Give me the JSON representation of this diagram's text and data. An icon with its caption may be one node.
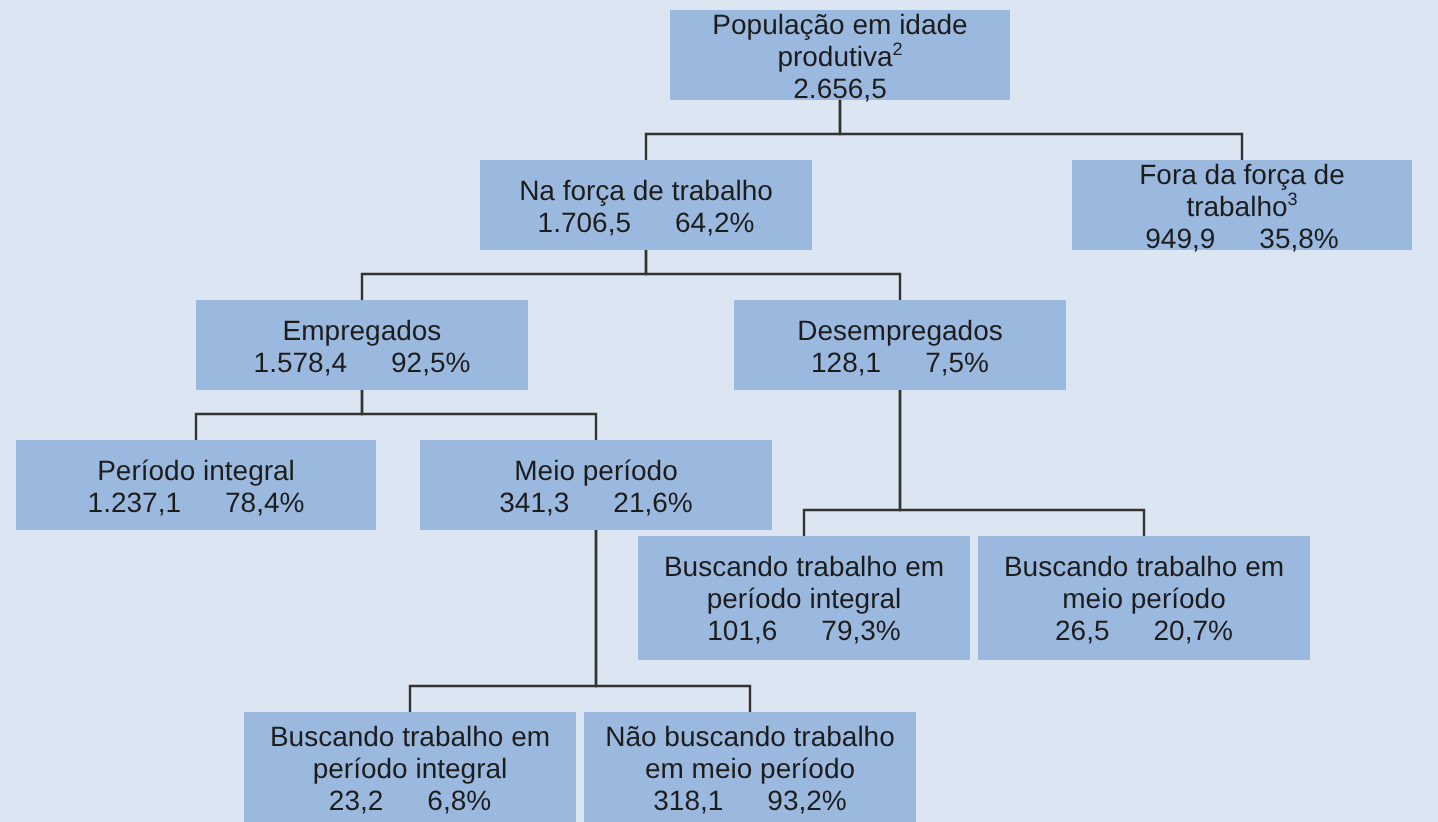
{
  "diagram": {
    "nodes": [
      {
        "text": [
          "População em idade produtiva$^{2}$",
          "2.656,5"
        ]
      },
      {
        "text": [
          "Na força de trabalho",
          "1.706,5",
          "64,2%"
        ]
      },
      {
        "text": [
          "Fora da força de trabalho$^{3}$",
          "949,9",
          "35,8%"
        ]
      },
      {
        "text": [
          "Empregados",
          "1.578,4",
          "92,5%"
        ]
      },
      {
        "text": [
          "Desempregados",
          "128,1",
          "7,5%"
        ]
      },
      {
        "text": [
          "Período integral",
          "1.237,1",
          "78,4%"
        ]
      },
      {
        "text": [
          "Meio período",
          "341,3",
          "21,6%"
        ]
      },
      {
        "text": [
          "Buscando trabalho em período integral",
          "101,6",
          "79,3%"
        ]
      },
      {
        "text": [
          "Buscando trabalho em meio período",
          "26,5",
          "20,7%"
        ]
      },
      {
        "text": [
          "Buscando trabalho em período integral",
          "23,2",
          "6,8%"
        ]
      },
      {
        "text": [
          "Não buscando trabalho em meio período",
          "318,1",
          "93,2%"
        ]
      }
    ],
    "edges": [
      {
        "from": 0,
        "to": 1,
        "arrow": "none"
      },
      {
        "from": 0,
        "to": 2,
        "arrow": "none"
      },
      {
        "from": 1,
        "to": 3,
        "arrow": "none"
      },
      {
        "from": 1,
        "to": 4,
        "arrow": "none"
      },
      {
        "from": 3,
        "to": 5,
        "arrow": "none"
      },
      {
        "from": 3,
        "to": 6,
        "arrow": "none"
      },
      {
        "from": 4,
        "to": 7,
        "arrow": "none"
      },
      {
        "from": 4,
        "to": 8,
        "arrow": "none"
      },
      {
        "from": 6,
        "to": 9,
        "arrow": "none"
      },
      {
        "from": 6,
        "to": 10,
        "arrow": "none"
      }
    ]
  }
}
